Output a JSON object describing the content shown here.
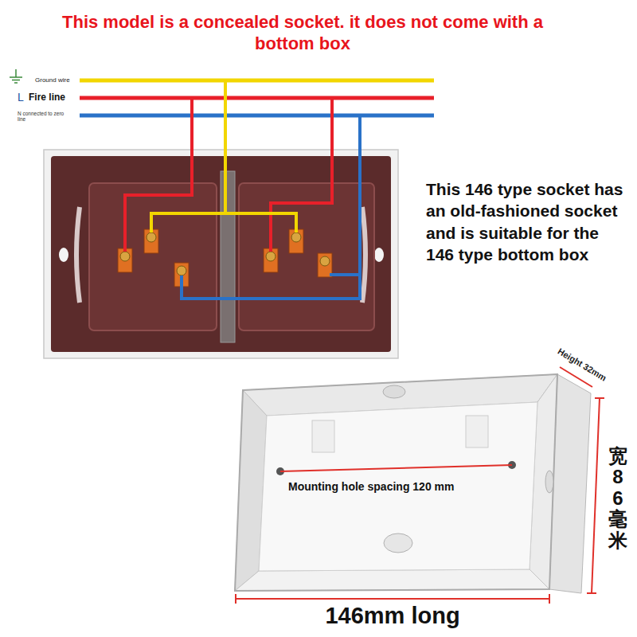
{
  "diagram": {
    "title": "This model is a concealed socket. it does not come with a bottom box",
    "labels": [
      "Ground wire",
      "L",
      "Fire line",
      "N connected to zero line",
      "This 146 type socket has an old-fashioned socket and is suitable for the 146 type bottom box",
      "Height 32mm",
      "宽86毫米",
      "Mounting hole spacing 120 mm",
      "146mm long"
    ]
  }
}
